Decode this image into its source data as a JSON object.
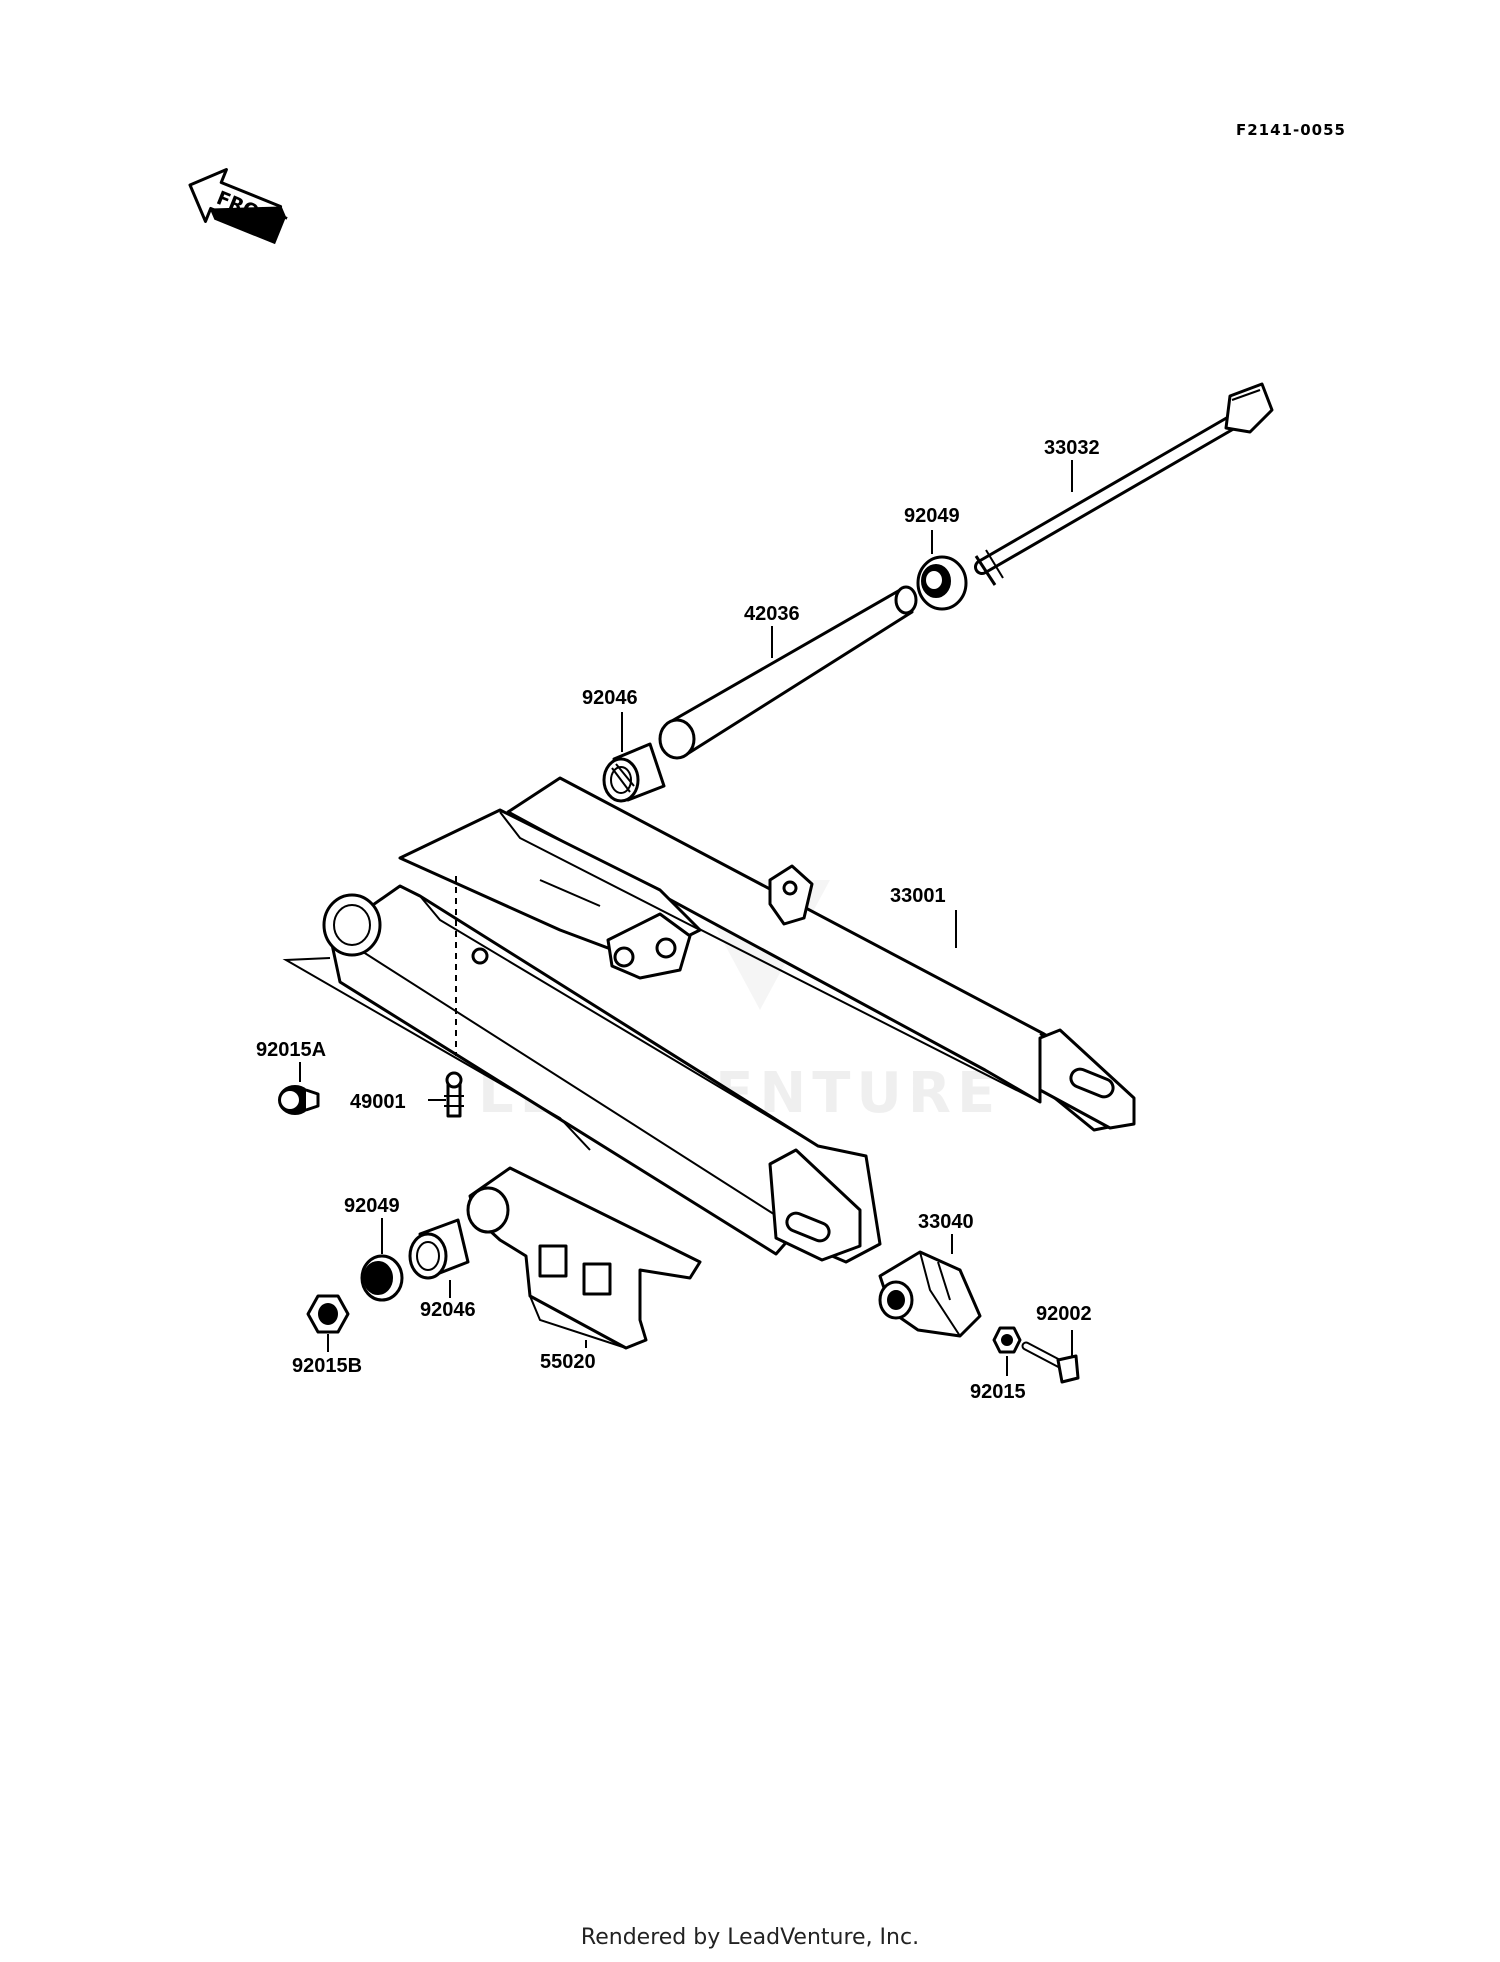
{
  "diagram": {
    "reference_code": "F2141-0055",
    "front_arrow_label": "FRONT",
    "watermark": "LEADVENTURE",
    "callouts": {
      "c33032": "33032",
      "c92049_top": "92049",
      "c42036": "42036",
      "c92046_top": "92046",
      "c33001": "33001",
      "c92015A": "92015A",
      "c49001": "49001",
      "c92049_bottom": "92049",
      "c92046_bottom": "92046",
      "c92015B": "92015B",
      "c55020": "55020",
      "c33040": "33040",
      "c92002": "92002",
      "c92015": "92015"
    }
  },
  "footer": {
    "text": "Rendered by LeadVenture, Inc."
  }
}
